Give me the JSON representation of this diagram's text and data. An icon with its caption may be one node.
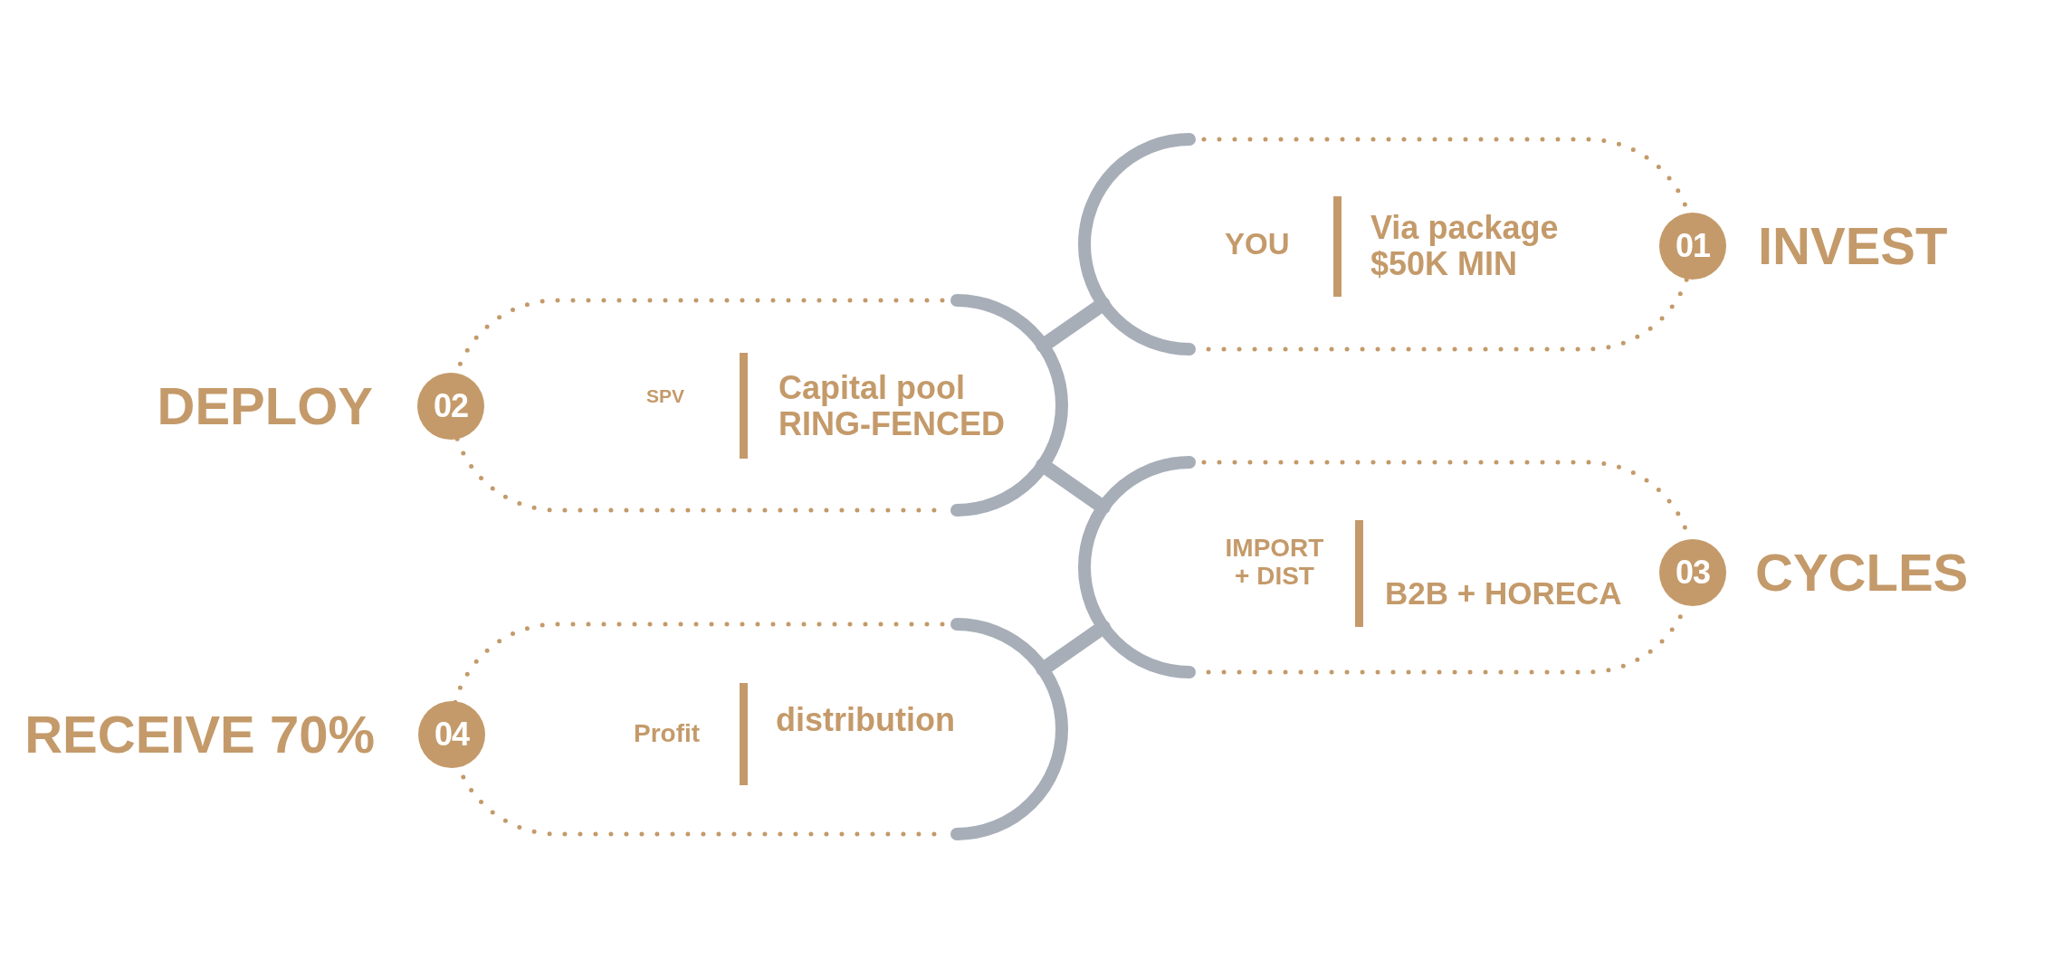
{
  "diagram": {
    "nodes": [
      {
        "text": [
          "YOU",
          "Via package $50K MIN"
        ]
      },
      {
        "text": [
          "01"
        ],
        "beside": [
          "INVEST"
        ]
      },
      {
        "text": [
          "02"
        ],
        "beside": [
          "DEPLOY"
        ]
      },
      {
        "text": [
          "SPV",
          "Capital pool RING-FENCED"
        ]
      },
      {
        "text": [
          "IMPORT + DIST",
          "B2B + HORECA"
        ]
      },
      {
        "text": [
          "03"
        ],
        "beside": [
          "CYCLES"
        ]
      },
      {
        "text": [
          "04"
        ],
        "beside": [
          "RECEIVE 70%"
        ]
      },
      {
        "text": [
          "Profit",
          "distribution"
        ]
      }
    ],
    "edges": [
      {
        "from": 0,
        "to": 3,
        "arrow": "none"
      },
      {
        "from": 3,
        "to": 4,
        "arrow": "none"
      },
      {
        "from": 4,
        "to": 7,
        "arrow": "none"
      }
    ]
  }
}
